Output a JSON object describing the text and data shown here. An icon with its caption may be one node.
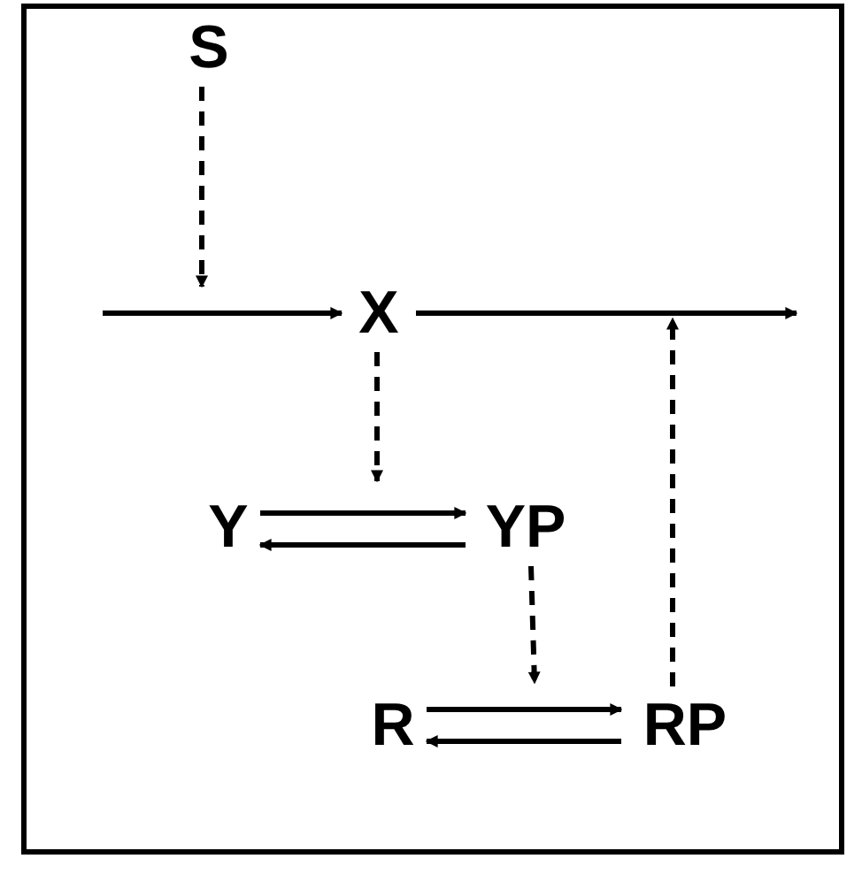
{
  "diagram": {
    "nodes": [
      {
        "text": [
          "S"
        ]
      },
      {
        "text": [
          "X"
        ]
      },
      {
        "text": [
          "Y"
        ]
      },
      {
        "text": [
          "YP"
        ]
      },
      {
        "text": [
          "R"
        ]
      },
      {
        "text": [
          "RP"
        ]
      }
    ],
    "edges": [
      {
        "from": null,
        "to": 1,
        "arrow": "to"
      },
      {
        "from": 1,
        "to": null,
        "arrow": "to"
      },
      {
        "from": 0,
        "to": null,
        "arrow": "to",
        "style": "dashed"
      },
      {
        "from": 1,
        "to": null,
        "arrow": "to",
        "style": "dashed"
      },
      {
        "from": 2,
        "to": 3,
        "arrow": "to"
      },
      {
        "from": 3,
        "to": 2,
        "arrow": "to"
      },
      {
        "from": 3,
        "to": null,
        "arrow": "to",
        "style": "dashed"
      },
      {
        "from": 4,
        "to": 5,
        "arrow": "to"
      },
      {
        "from": 5,
        "to": 4,
        "arrow": "to"
      },
      {
        "from": 5,
        "to": null,
        "arrow": "to",
        "style": "dashed"
      }
    ]
  }
}
